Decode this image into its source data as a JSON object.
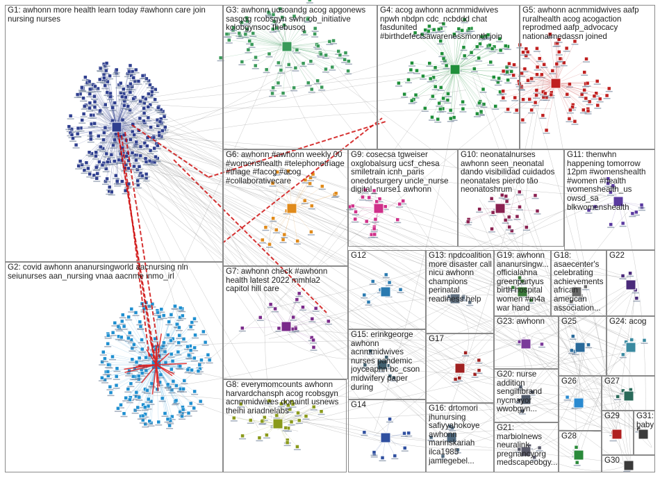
{
  "groups": [
    {
      "id": "G1",
      "label": "G1: awhonn more health learn today #awhonn care join\nnursing nurses",
      "color": "#2f3f8f"
    },
    {
      "id": "G2",
      "label": "G2: covid awhonn ananursingworld aacnursing nln\nseiunurses aan_nursing vnaa aacnme inmo_irl",
      "color": "#1f8fd0"
    },
    {
      "id": "G3",
      "label": "G3: awhonn uosoandg acog apgonews\nsasgog rcobsgyn swhr ob_initiative\nkclobgynsoc thebusog",
      "color": "#3a9a5a"
    },
    {
      "id": "G4",
      "label": "G4: acog awhonn acnmmidwives\nnpwh nbdpn cdc_ncbddd chat\nfasdunited\n#birthdefectsawarenessmonth join",
      "color": "#1f8f3a"
    },
    {
      "id": "G5",
      "label": "G5: awhonn acnmmidwives aafp\nruralhealth acog acogaction\nreprodmed aafp_advocacy\nnationalmedassn joined",
      "color": "#c02020"
    },
    {
      "id": "G6",
      "label": "G6: awhonn #awhonn weekly 00\n#womenshealth #telephonetriage\n#triage #facog #acog\n#collaborativecare",
      "color": "#e08a1a"
    },
    {
      "id": "G7",
      "label": "G7: awhonn check #awhonn\nhealth latest 2022 mmhla2\ncapitol hill care",
      "color": "#7a2a8a"
    },
    {
      "id": "G8",
      "label": "G8: everymomcounts awhonn\nharvardchansph acog rcobsgyn\nacnmmidwives donaintl usnews\ntheihi ariadnelabs",
      "color": "#8a9a1a"
    },
    {
      "id": "G9",
      "label": "G9: cosecsa tgweiser\noxglobalsurg ucsf_chesa\nsmiletrain icnh_paris\nonedotsurgery uncle_nurse\ndigital_nurse1 awhonn",
      "color": "#d0308a"
    },
    {
      "id": "G10",
      "label": "G10: neonatalnurses\nawhonn seen_neonatal\ndando visibilidad cuidados\nneonatales pierdo tão\nneonatoshrum",
      "color": "#8a2050"
    },
    {
      "id": "G11",
      "label": "G11: thenwhn\nhappening tomorrow\n12pm #womenshealth\n#women #health\nwomenshealth_us\nowsd_sa\nblkwomenshealth",
      "color": "#5a3aa0"
    },
    {
      "id": "G12",
      "label": "G12",
      "color": "#2a7ab0"
    },
    {
      "id": "G13",
      "label": "G13: npdcoalition\nmore disaster call\nnicu awhonn\nchampions\nperinatal\nreadiness help",
      "color": "#607080"
    },
    {
      "id": "G15",
      "label": "G15: erinkgeorge\nawhonn\nacnmmidwives\nnurses pandemic\njoyceaphn bc_cson\nmidwifery paper\nduring",
      "color": "#406070"
    },
    {
      "id": "G14",
      "label": "G14",
      "color": "#3050a0"
    },
    {
      "id": "G16",
      "label": "G16: drtomori\njhunursing\nsafiyyahokoye\nawhonn\nmarinskariah\nilca1985\njamiegebel...",
      "color": "#506a80"
    },
    {
      "id": "G17",
      "label": "G17",
      "color": "#a02020"
    },
    {
      "id": "G19",
      "label": "G19: awhonn\nananursingw...\nofficialahna\ngreenpartyus\nbirth hospital\nwomen #m4a\nwar hand",
      "color": "#3a7a3a"
    },
    {
      "id": "G18",
      "label": "G18:\nasaecenter's\ncelebrating\nachievements\nafrican\namerican\nassociation...",
      "color": "#6a6a6a"
    },
    {
      "id": "G22",
      "label": "G22",
      "color": "#4a2a7a"
    },
    {
      "id": "G23",
      "label": "G23: awhonn",
      "color": "#7a3a9a"
    },
    {
      "id": "G25",
      "label": "G25",
      "color": "#2a6a9a"
    },
    {
      "id": "G24",
      "label": "G24: acog",
      "color": "#3a8aa0"
    },
    {
      "id": "G20",
      "label": "G20: nurse\naddition\nsengillibrand\nnycmayor\nwwobgyn...",
      "color": "#505a6a"
    },
    {
      "id": "G26",
      "label": "G26",
      "color": "#2a8ad0"
    },
    {
      "id": "G27",
      "label": "G27",
      "color": "#2a6a5a"
    },
    {
      "id": "G21",
      "label": "G21:\nmarbiolnews\nneuralink\npregnancyorg\nmedscapeobgy...",
      "color": "#5a5a6a"
    },
    {
      "id": "G28",
      "label": "G28",
      "color": "#2a8a3a"
    },
    {
      "id": "G29",
      "label": "G29",
      "color": "#b02020"
    },
    {
      "id": "G31",
      "label": "G31:\nbaby",
      "color": "#3a3a3a"
    },
    {
      "id": "G30",
      "label": "G30",
      "color": "#3a3a3a"
    }
  ]
}
